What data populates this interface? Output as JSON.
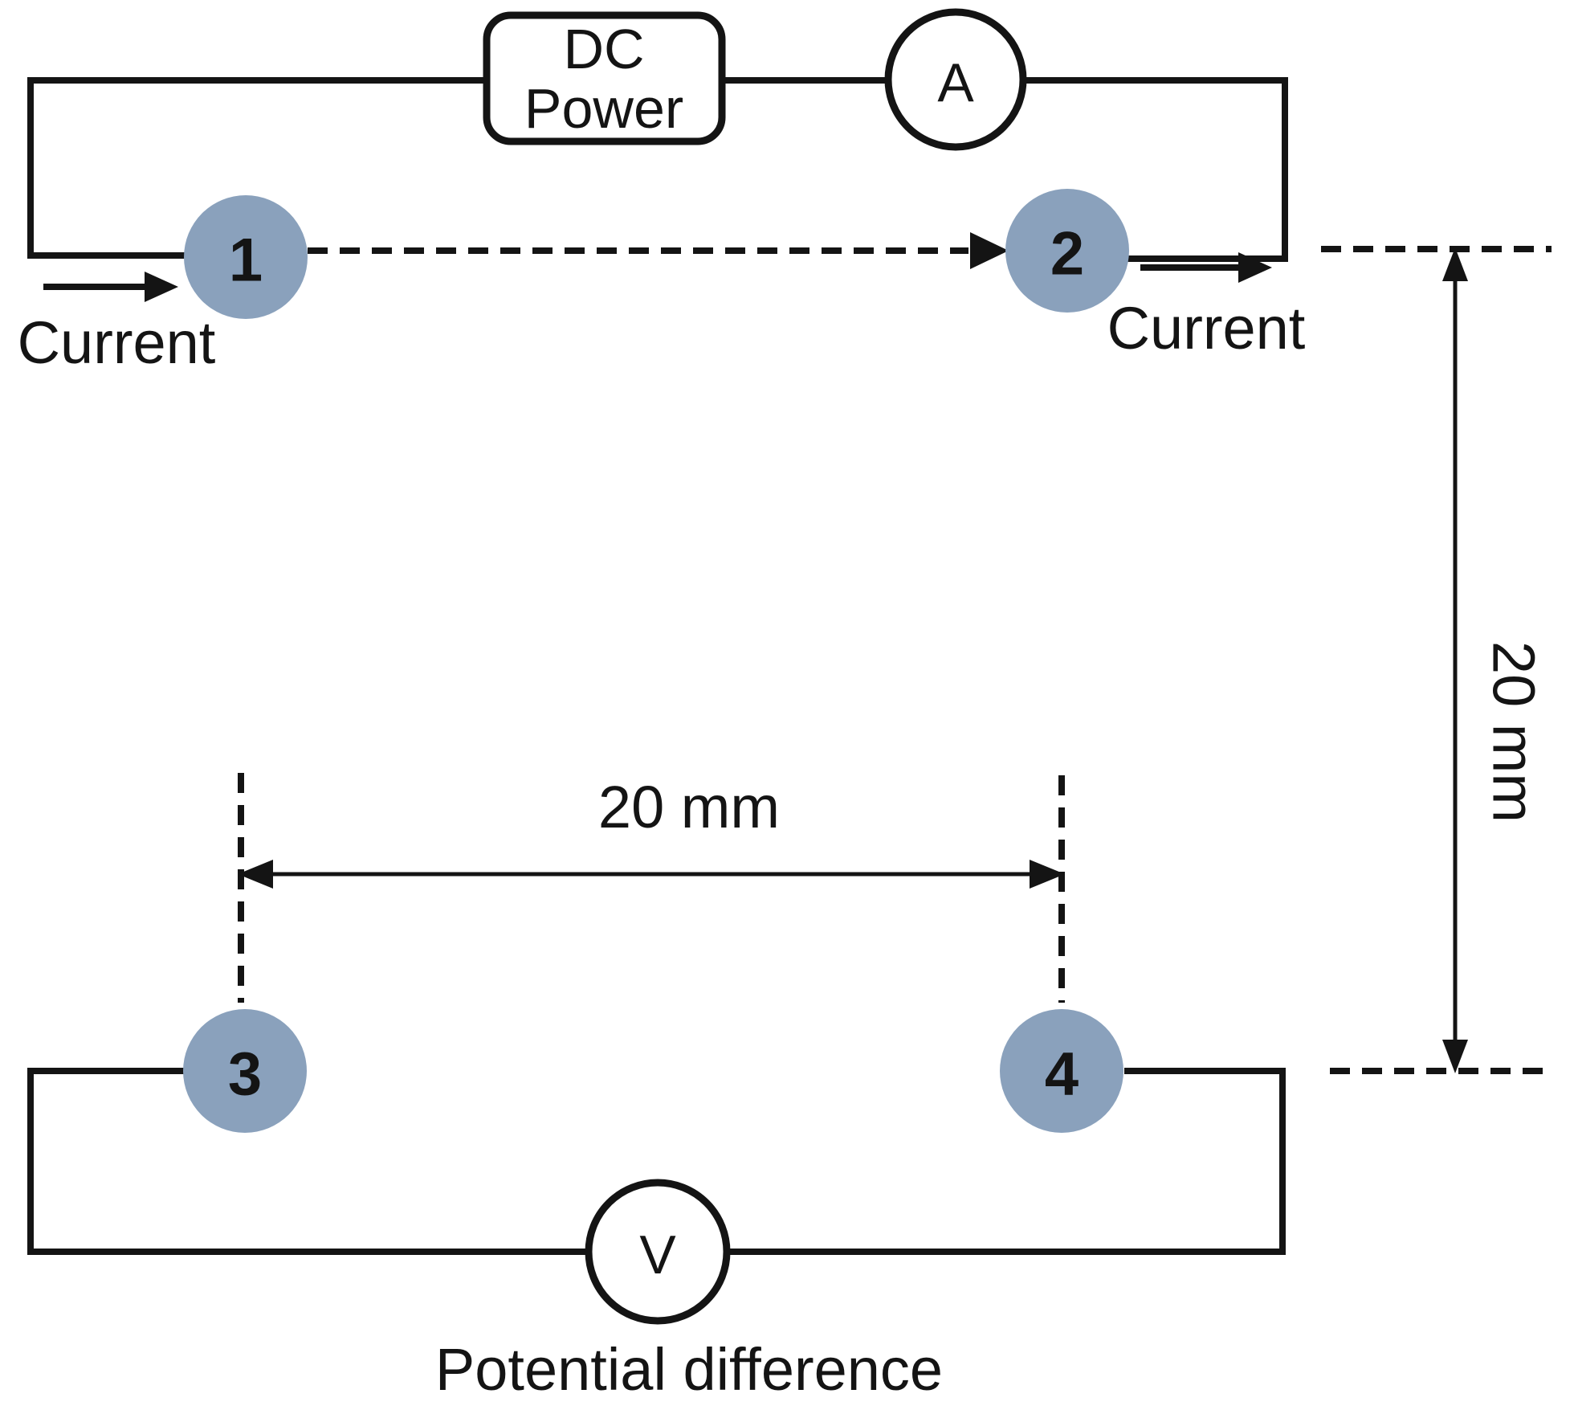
{
  "colors": {
    "background": "#ffffff",
    "wire": "#141414",
    "electrode_fill": "#8aa1bc",
    "electrode_text": "#fcfdfe"
  },
  "components": {
    "dc_power": {
      "line1": "DC",
      "line2": "Power"
    },
    "ammeter": {
      "label": "A"
    },
    "voltmeter": {
      "label": "V"
    }
  },
  "electrodes": [
    {
      "label": "1"
    },
    {
      "label": "2"
    },
    {
      "label": "3"
    },
    {
      "label": "4"
    }
  ],
  "annotations": {
    "current_left": "Current",
    "current_right": "Current",
    "potential_difference": "Potential difference",
    "horizontal_spacing": "20 mm",
    "vertical_spacing": "20 mm"
  }
}
